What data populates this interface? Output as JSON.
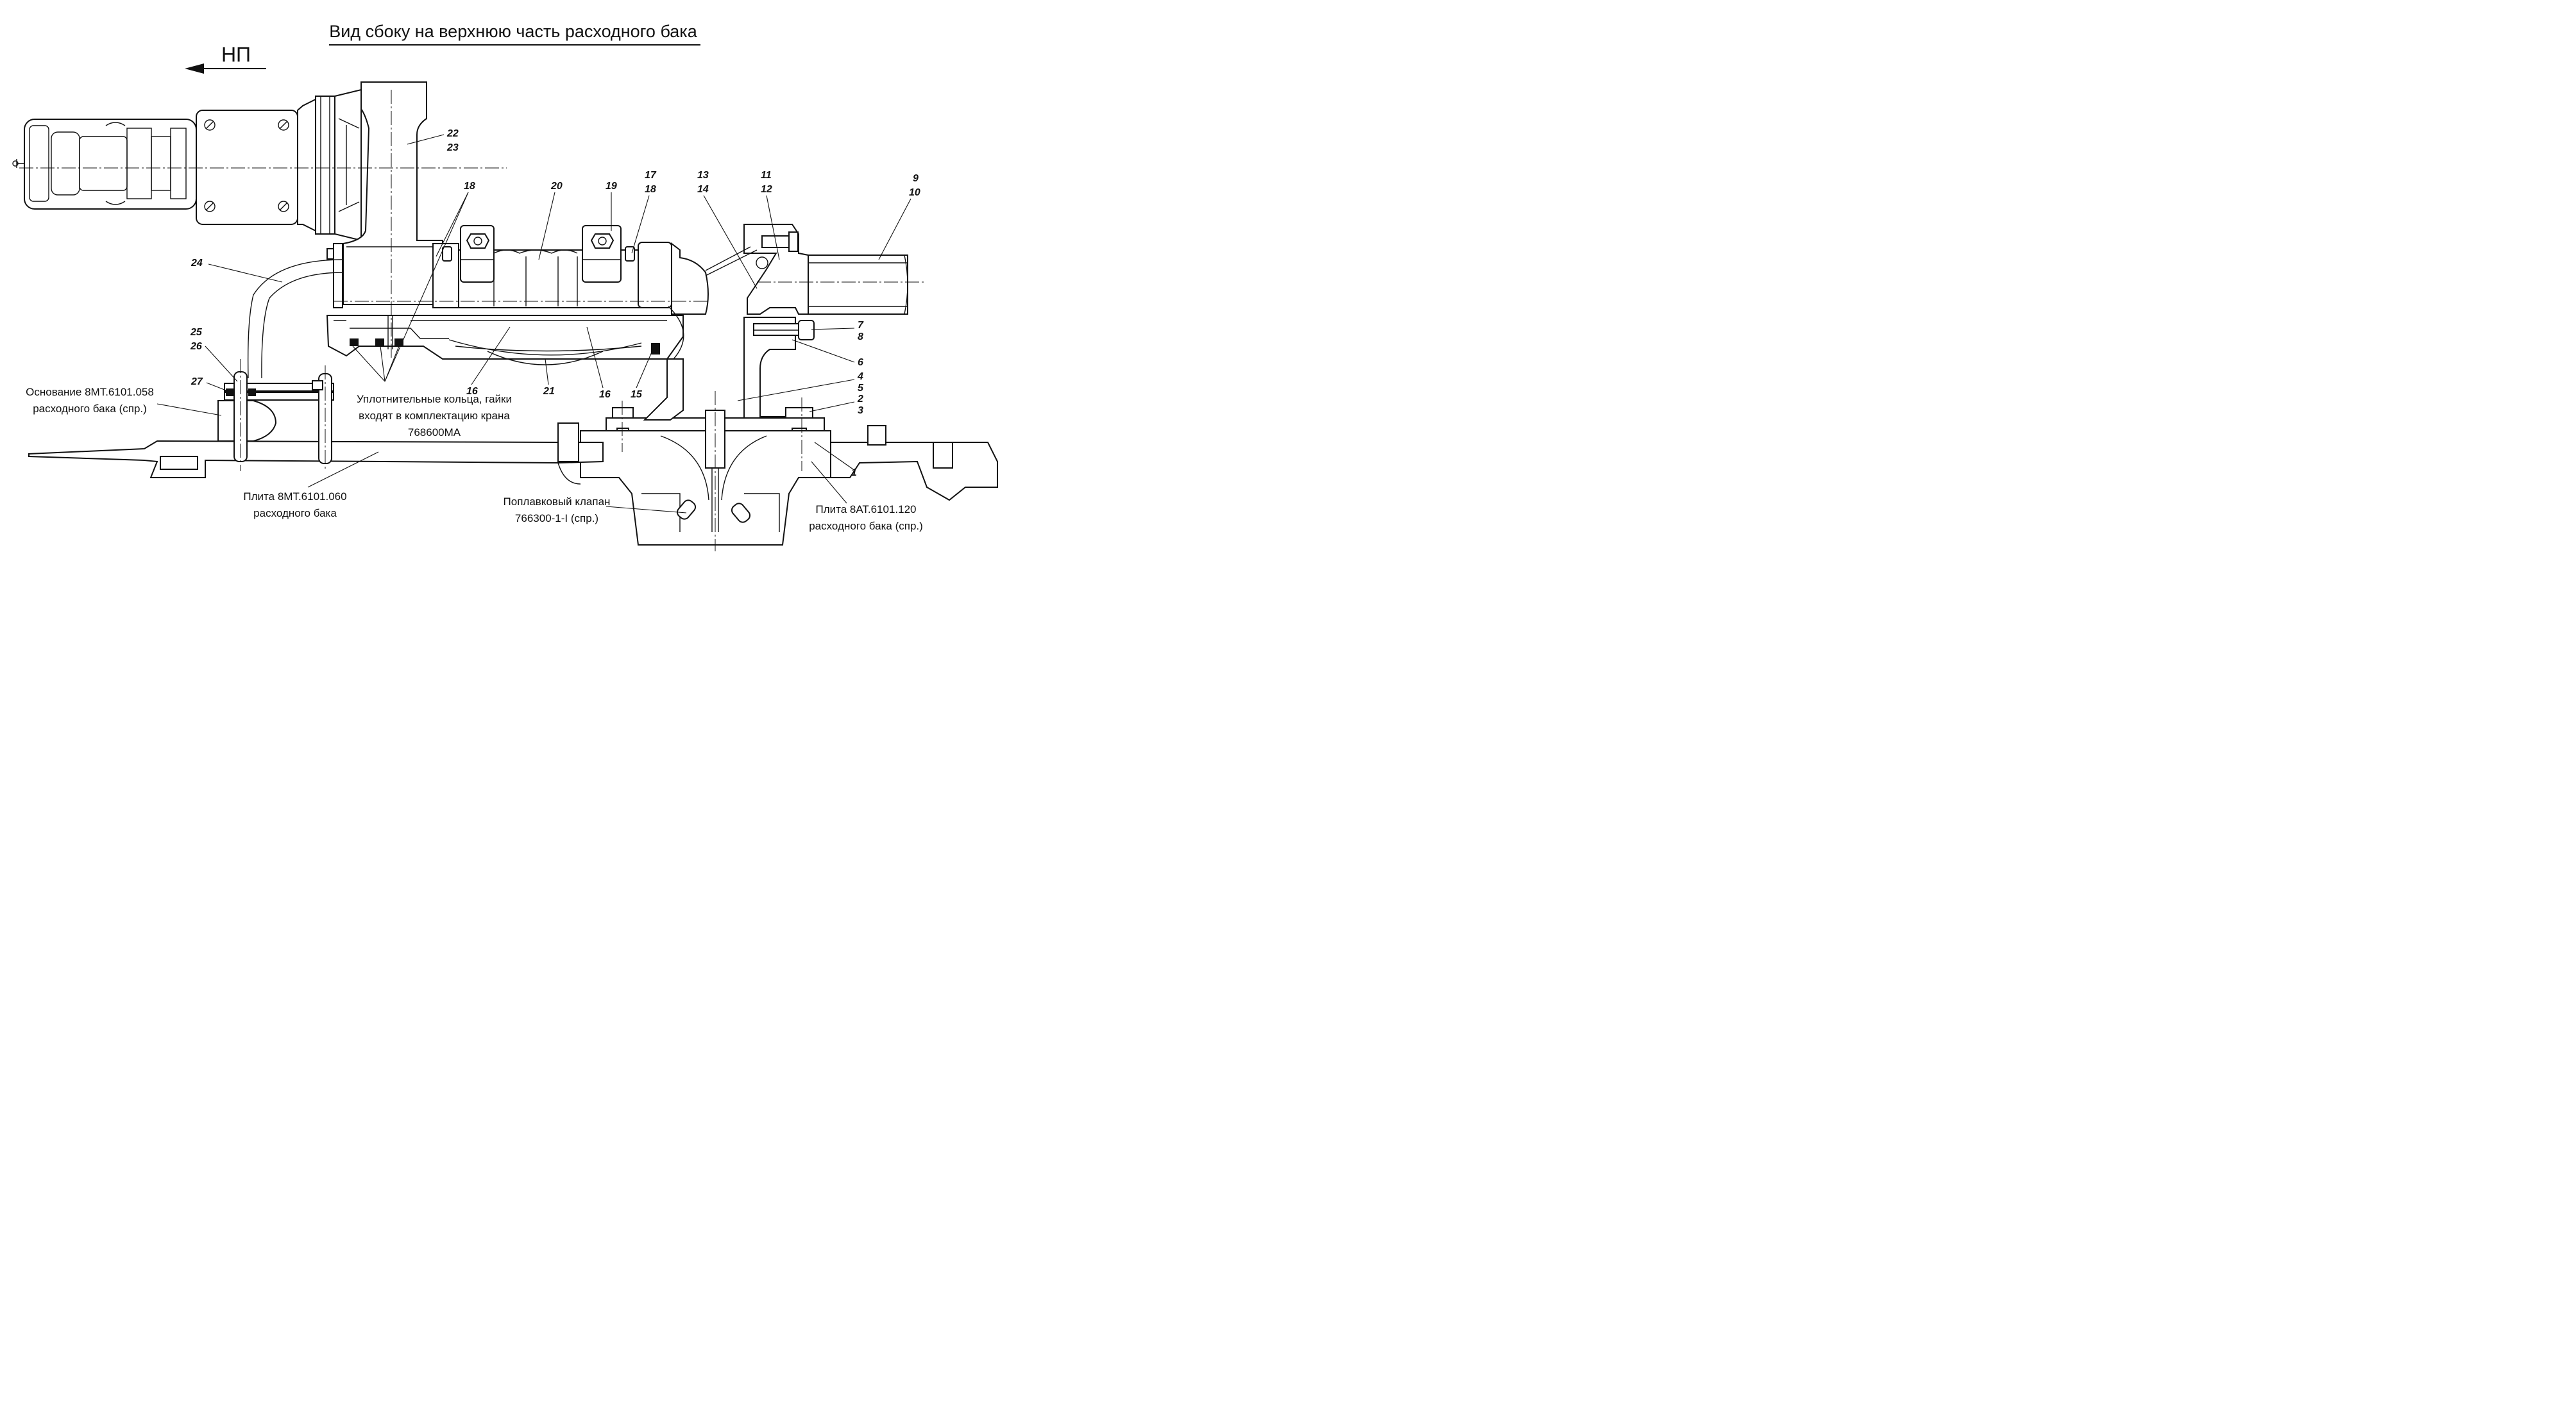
{
  "title": "Вид сбоку на верхнюю часть расходного бака",
  "direction_label": "НП",
  "callouts": [
    {
      "id": "c22",
      "lines": [
        "22",
        "23"
      ]
    },
    {
      "id": "c18a",
      "lines": [
        "18"
      ]
    },
    {
      "id": "c20",
      "lines": [
        "20"
      ]
    },
    {
      "id": "c19",
      "lines": [
        "19"
      ]
    },
    {
      "id": "c17",
      "lines": [
        "17",
        "18"
      ]
    },
    {
      "id": "c13",
      "lines": [
        "13",
        "14"
      ]
    },
    {
      "id": "c11",
      "lines": [
        "11",
        "12"
      ]
    },
    {
      "id": "c9",
      "lines": [
        "9",
        "10"
      ]
    },
    {
      "id": "c24",
      "lines": [
        "24"
      ]
    },
    {
      "id": "c25",
      "lines": [
        "25",
        "26"
      ]
    },
    {
      "id": "c27",
      "lines": [
        "27"
      ]
    },
    {
      "id": "c7",
      "lines": [
        "7",
        "8"
      ]
    },
    {
      "id": "c6",
      "lines": [
        "6"
      ]
    },
    {
      "id": "c4",
      "lines": [
        "4",
        "5"
      ]
    },
    {
      "id": "c2",
      "lines": [
        "2",
        "3"
      ]
    },
    {
      "id": "c1",
      "lines": [
        "1"
      ]
    },
    {
      "id": "c16a",
      "lines": [
        "16"
      ]
    },
    {
      "id": "c21",
      "lines": [
        "21"
      ]
    },
    {
      "id": "c16b",
      "lines": [
        "16"
      ]
    },
    {
      "id": "c15",
      "lines": [
        "15"
      ]
    }
  ],
  "notes": {
    "base": [
      "Основание 8МТ.6101.058",
      "расходного бака (спр.)"
    ],
    "seals": [
      "Уплотнительные кольца, гайки",
      "входят в комплектацию крана",
      "768600МА"
    ],
    "plate_060": [
      "Плита 8МТ.6101.060",
      "расходного бака"
    ],
    "float_valve": [
      "Поплавковый клапан",
      "766300-1-I (спр.)"
    ],
    "plate_120": [
      "Плита 8АТ.6101.120",
      "расходного бака (спр.)"
    ]
  }
}
